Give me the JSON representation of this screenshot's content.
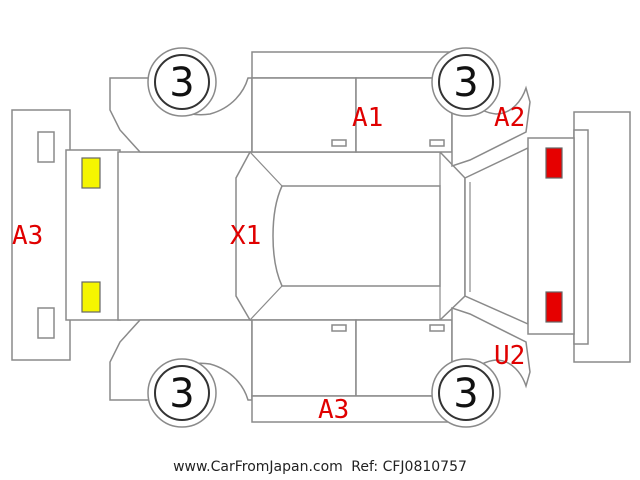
{
  "wheels": {
    "front_left": "3",
    "front_right": "3",
    "rear_left": "3",
    "rear_right": "3"
  },
  "damage_codes": {
    "roof": "X1",
    "right_door": "A1",
    "right_fender": "A2",
    "front_bumper": "A3",
    "left_side": "A3",
    "rear_corner": "U2"
  },
  "lamps": {
    "front_color": "#f5f500",
    "rear_color": "#e60000"
  },
  "footer": {
    "site": "www.CarFromJapan.com",
    "ref": "Ref: CFJ0810757"
  },
  "colors": {
    "code_red": "#e00000",
    "outline_gray": "#8a8a8a"
  }
}
